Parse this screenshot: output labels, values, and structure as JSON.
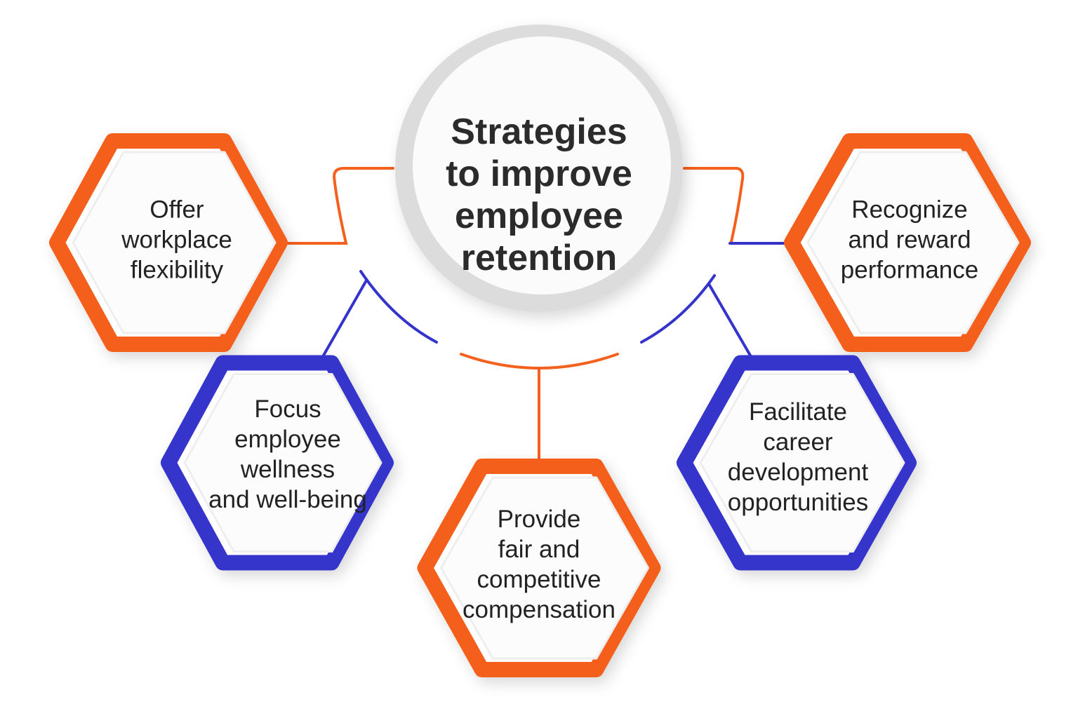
{
  "title": "Strategies\nto improve\nemployee\nretention",
  "colors": {
    "orange": "#F4601E",
    "blue": "#3434CC",
    "circle_ring": "#DCDCDC"
  },
  "strategies": [
    {
      "label": "Offer\nworkplace\nflexibility",
      "color": "orange"
    },
    {
      "label": "Recognize\nand reward\nperformance",
      "color": "orange"
    },
    {
      "label": "Focus\nemployee\nwellness\nand well-being",
      "color": "blue"
    },
    {
      "label": "Provide\nfair and\ncompetitive\ncompensation",
      "color": "orange"
    },
    {
      "label": "Facilitate\ncareer\ndevelopment\nopportunities",
      "color": "blue"
    }
  ]
}
